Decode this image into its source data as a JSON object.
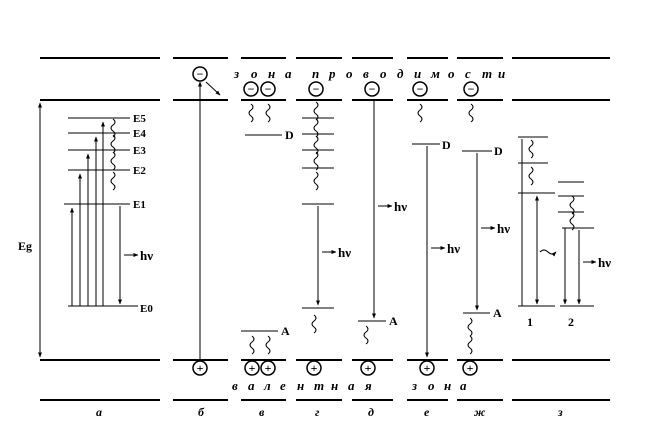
{
  "band_labels": {
    "conduction": [
      "з",
      "о",
      "н",
      "а",
      "п",
      "р",
      "о",
      "в",
      "о",
      "д",
      "и",
      "м",
      "о",
      "с",
      "т",
      "и"
    ],
    "valence": [
      "в",
      "а",
      "л",
      "е",
      "н",
      "т",
      "н",
      "а",
      "я",
      "з",
      "о",
      "н",
      "а"
    ]
  },
  "panels": [
    "а",
    "б",
    "в",
    "г",
    "д",
    "е",
    "ж",
    "з"
  ],
  "levels": [
    "E5",
    "E4",
    "E3",
    "E2",
    "E1",
    "E0"
  ],
  "gap_label": "Eg",
  "donor": "D",
  "acceptor": "A",
  "photon": "hν",
  "pair_numbers": [
    "1",
    "2"
  ],
  "charges": {
    "electron": "−",
    "hole": "+"
  }
}
